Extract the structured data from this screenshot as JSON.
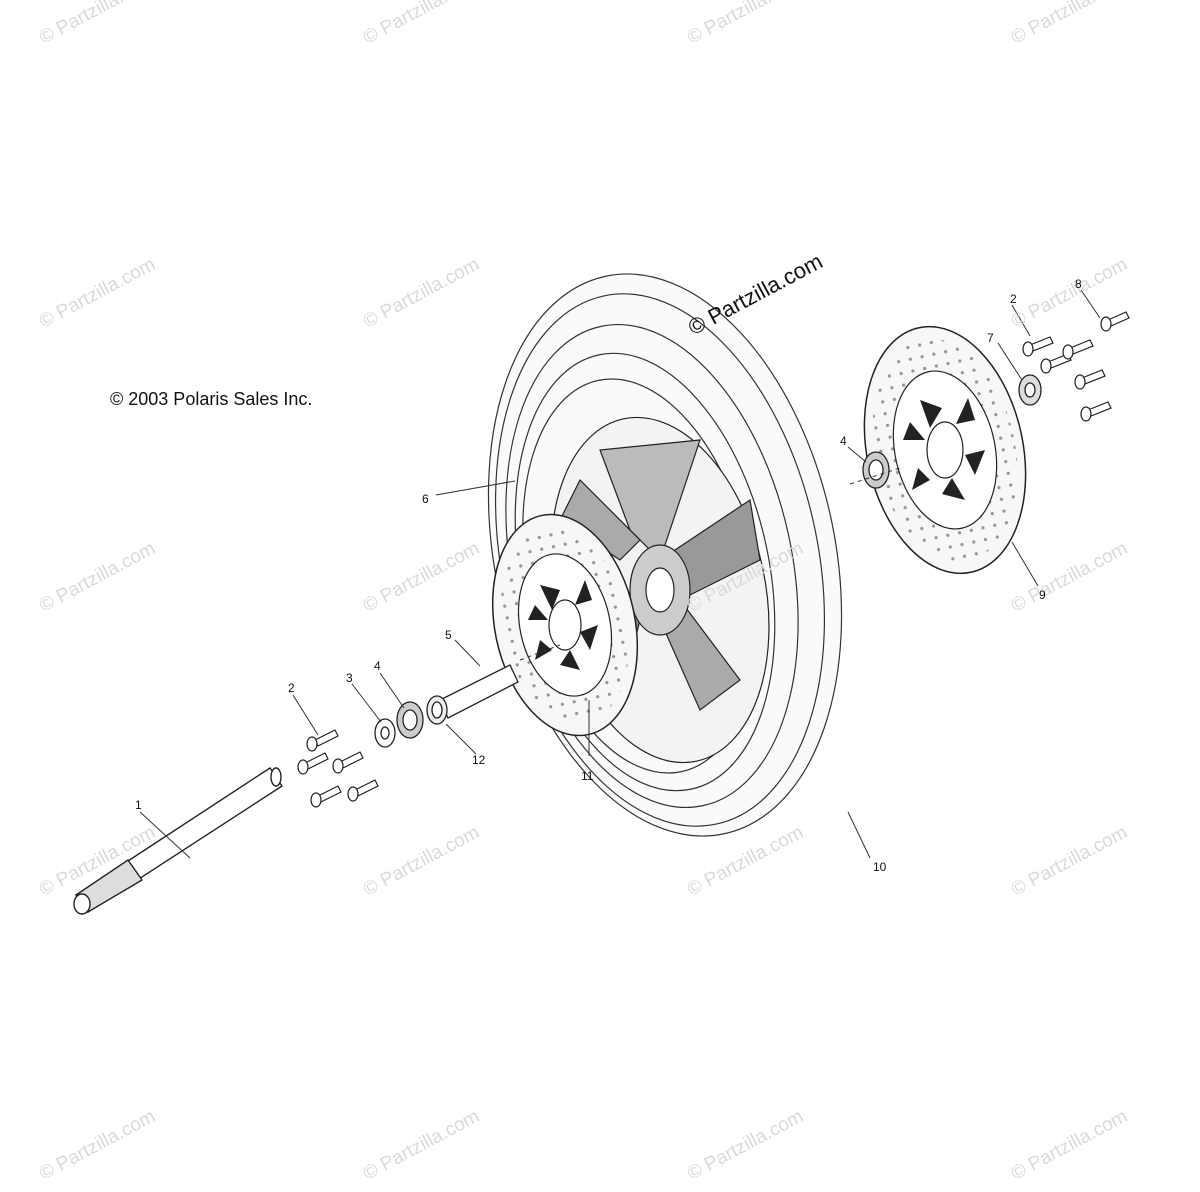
{
  "watermark": "© Partzilla.com",
  "watermark_main": "© Partzilla.com",
  "copyright": "© 2003 Polaris Sales Inc.",
  "callouts": {
    "n1": "1",
    "n2a": "2",
    "n2b": "2",
    "n3": "3",
    "n4a": "4",
    "n4b": "4",
    "n5": "5",
    "n6": "6",
    "n7": "7",
    "n8": "8",
    "n9": "9",
    "n10": "10",
    "n11": "11",
    "n12": "12"
  }
}
